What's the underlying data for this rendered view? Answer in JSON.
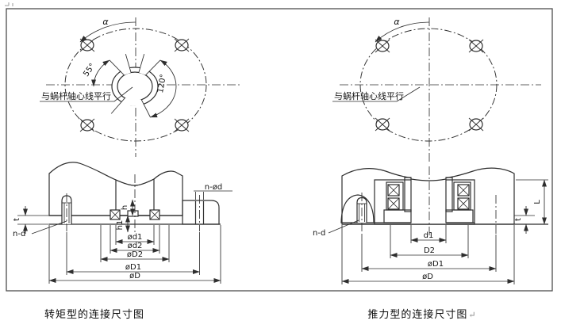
{
  "captions": {
    "left": "转矩型的连接尺寸图",
    "right": "推力型的连接尺寸图",
    "paragraph_mark": "↵"
  },
  "colors": {
    "line": "#2e2e2e",
    "frame_border": "#4f4f4f",
    "background": "#ffffff"
  },
  "left_view": {
    "angle_label": "α",
    "angle_55": "55°",
    "angle_120": "120°",
    "leader_note": "与蜗杆轴心线平行"
  },
  "right_view": {
    "angle_label": "α",
    "leader_note": "与蜗杆轴心线平行"
  },
  "left_section": {
    "label_n_phi_d": "n-ød",
    "label_n_d": "n-d",
    "label_t": "t",
    "label_h": "h",
    "label_h1": "h1",
    "dim_phi_d1": "ød1",
    "dim_phi_d2": "ød2",
    "dim_phi_D2": "øD2",
    "dim_phi_D1": "øD1",
    "dim_phi_D": "øD"
  },
  "right_section": {
    "label_n_d": "n-d",
    "label_L": "L",
    "label_t": "t",
    "dim_d1": "d1",
    "dim_D2": "D2",
    "dim_phi_D1": "øD1",
    "dim_phi_D": "øD"
  }
}
